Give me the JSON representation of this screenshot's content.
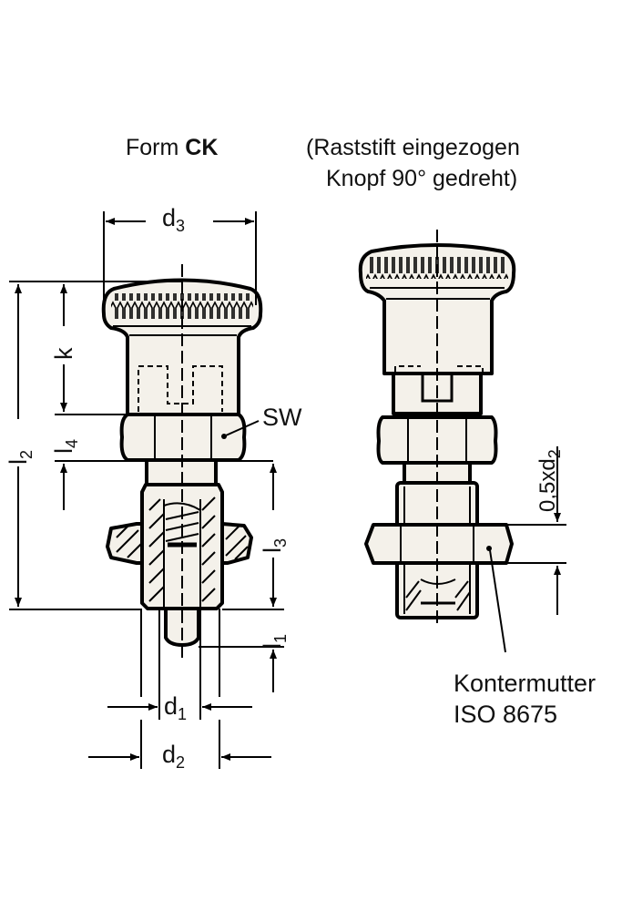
{
  "header": {
    "form_prefix": "Form ",
    "form_name": "CK",
    "note_line1": "(Raststift eingezogen",
    "note_line2": "Knopf 90° gedreht)"
  },
  "dimensions": {
    "d3": {
      "base": "d",
      "sub": "3"
    },
    "d1": {
      "base": "d",
      "sub": "1"
    },
    "d2": {
      "base": "d",
      "sub": "2"
    },
    "l1": {
      "base": "l",
      "sub": "1"
    },
    "l2": {
      "base": "l",
      "sub": "2"
    },
    "l3": {
      "base": "l",
      "sub": "3"
    },
    "l4": {
      "base": "l",
      "sub": "4"
    },
    "k": "k",
    "sw": "SW",
    "half_d2": {
      "base": "0,5xd",
      "sub": "2"
    }
  },
  "callouts": {
    "locknut_line1": "Kontermutter",
    "locknut_line2": "ISO 8675"
  },
  "colors": {
    "line": "#000000",
    "part_fill": "#f4f1ea",
    "background": "#ffffff"
  }
}
